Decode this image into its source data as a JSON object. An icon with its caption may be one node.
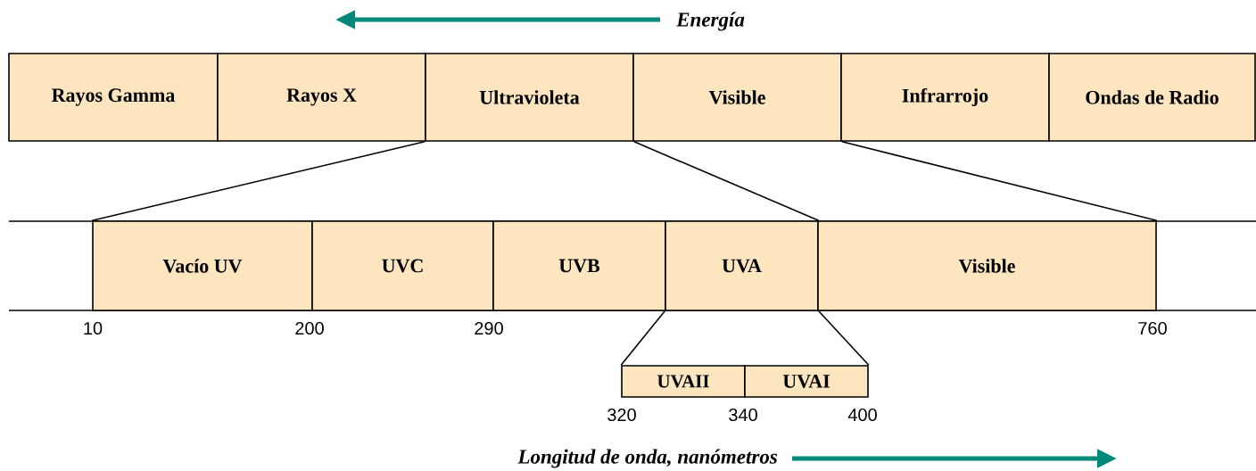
{
  "diagram": {
    "nodes": [
      {
        "text": [
          "Rayos Gamma"
        ]
      },
      {
        "text": [
          "Rayos X"
        ]
      },
      {
        "text": [
          "Ultravioleta"
        ]
      },
      {
        "text": [
          "Visible"
        ]
      },
      {
        "text": [
          "Infrarrojo"
        ]
      },
      {
        "text": [
          "Ondas de Radio"
        ]
      },
      {
        "text": [
          "Vacío UV"
        ]
      },
      {
        "text": [
          "UVC"
        ]
      },
      {
        "text": [
          "UVB"
        ]
      },
      {
        "text": [
          "UVA"
        ]
      },
      {
        "text": [
          "Visible"
        ]
      },
      {
        "text": [
          "UVAII"
        ]
      },
      {
        "text": [
          "UVAI"
        ]
      }
    ],
    "edges": [
      {
        "from": 2,
        "to": 6,
        "arrow": "none"
      },
      {
        "from": 2,
        "to": 9,
        "arrow": "none"
      },
      {
        "from": 3,
        "to": 10,
        "arrow": "none"
      },
      {
        "from": 9,
        "to": 11,
        "arrow": "none"
      },
      {
        "from": 9,
        "to": 12,
        "arrow": "none"
      }
    ],
    "labels": [
      "Energía",
      "10",
      "200",
      "290",
      "760",
      "320",
      "340",
      "400",
      "Longitud de onda, nanómetros"
    ]
  }
}
